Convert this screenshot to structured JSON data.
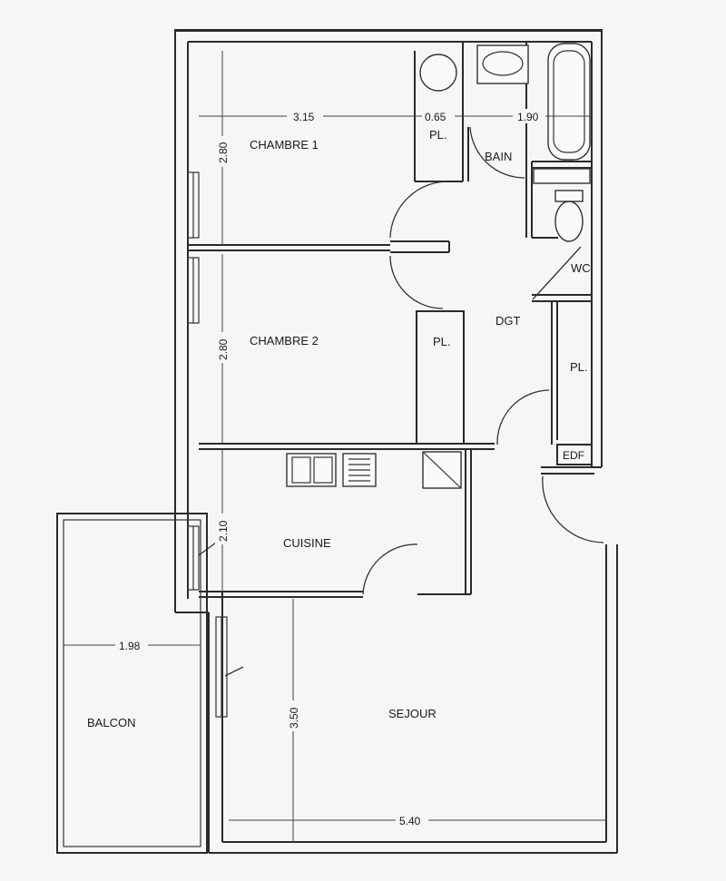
{
  "rooms": {
    "chambre1": "CHAMBRE 1",
    "chambre2": "CHAMBRE 2",
    "bain": "BAIN",
    "wc": "WC",
    "dgt": "DGT",
    "cuisine": "CUISINE",
    "sejour": "SEJOUR",
    "balcon": "BALCON",
    "placard1": "PL.",
    "placard2": "PL.",
    "placard3": "PL.",
    "edf": "EDF"
  },
  "dimensions": {
    "top_width_1": "3.15",
    "top_width_2": "0.65",
    "top_width_3": "1.90",
    "chambre1_height": "2.80",
    "chambre2_height": "2.80",
    "cuisine_height": "2.10",
    "sejour_height": "3.50",
    "sejour_width": "5.40",
    "balcon_width": "1.98"
  }
}
